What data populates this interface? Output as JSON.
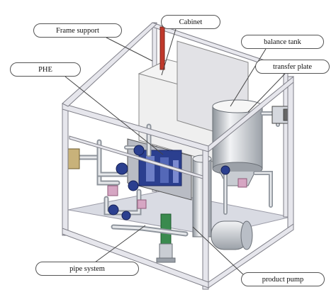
{
  "labels": {
    "frame_support": "Frame support",
    "cabinet": "Cabinet",
    "balance_tank": "balance tank",
    "phe": "PHE",
    "transfer_plate": "transfer plate",
    "pipe_system": "pipe system",
    "product_pump": "product pump"
  },
  "colors": {
    "frame": "#e6e6ec",
    "frame_edge": "#7f7f88",
    "steel": "#cfd3d9",
    "cabinet": "#f1f1f1",
    "pump_blue": "#2b3f8f",
    "valve_pink": "#d6a6c3",
    "green_pump": "#3a8a4e",
    "accent_red": "#c0392b",
    "junction_box": "#c8b27a"
  }
}
